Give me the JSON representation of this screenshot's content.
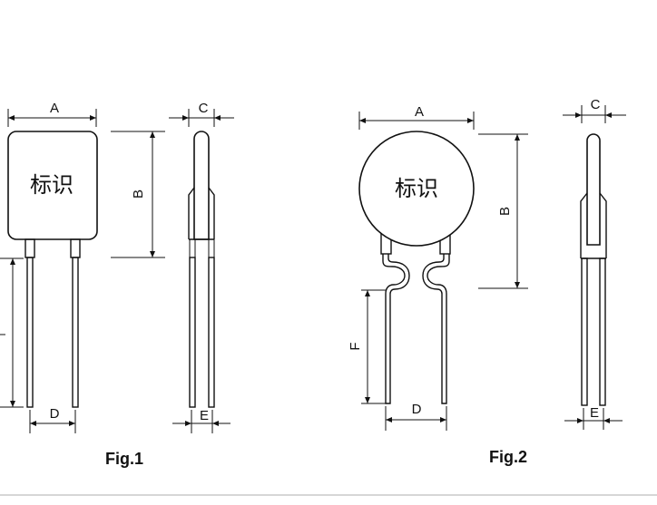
{
  "figure1": {
    "caption": "Fig.1",
    "marking": "标识",
    "dim_a": "A",
    "dim_b": "B",
    "dim_c": "C",
    "dim_d": "D",
    "dim_e": "E"
  },
  "figure2": {
    "caption": "Fig.2",
    "marking": "标识",
    "dim_a": "A",
    "dim_b": "B",
    "dim_c": "C",
    "dim_d": "D",
    "dim_e": "E",
    "dim_f": "F"
  },
  "colors": {
    "ink": "#111111",
    "background": "#ffffff",
    "rule": "#d6d6d6"
  }
}
